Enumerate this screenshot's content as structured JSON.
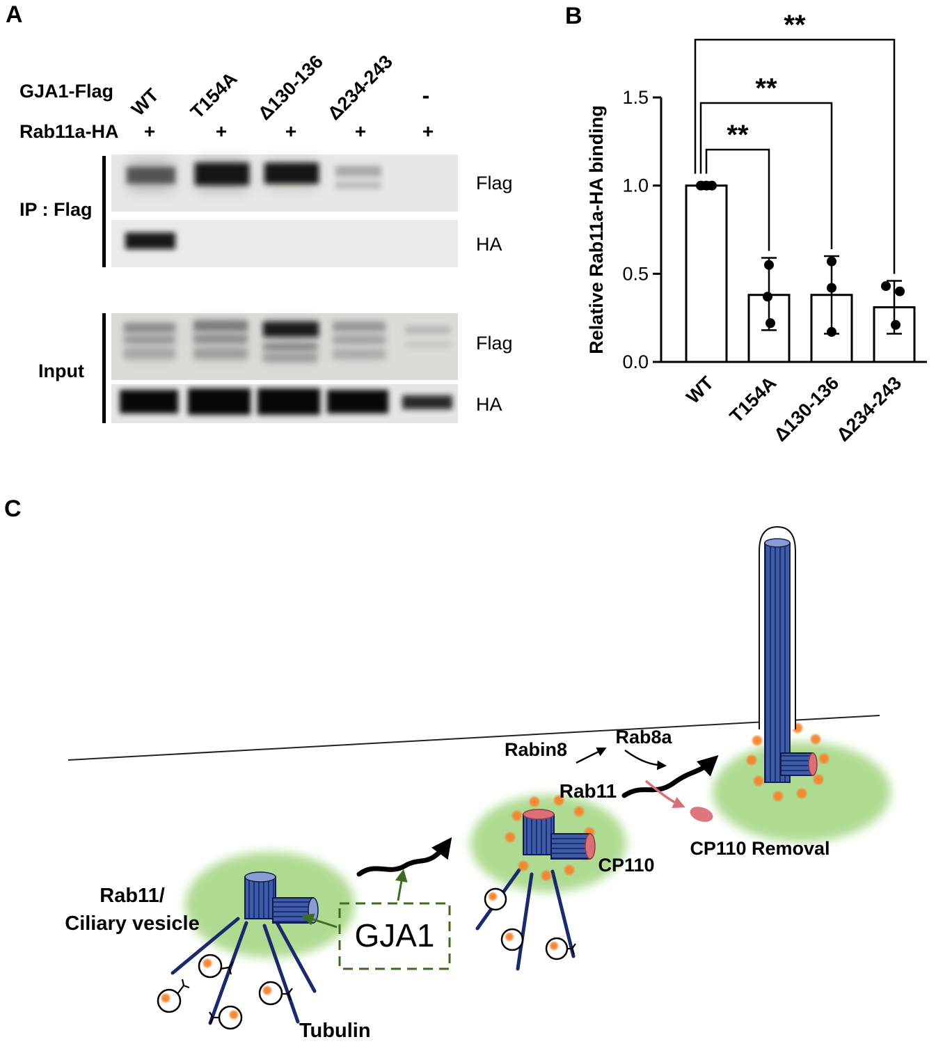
{
  "panelA": {
    "label": "A",
    "row1_label": "GJA1-Flag",
    "row2_label": "Rab11a-HA",
    "lanes": [
      "WT",
      "T154A",
      "Δ130-136",
      "Δ234-243"
    ],
    "minus_sign": "-",
    "plus_sign": "+",
    "ip_label": "IP : Flag",
    "input_label": "Input",
    "blot_labels": {
      "ip_flag": "Flag",
      "ip_ha": "HA",
      "input_flag": "Flag",
      "input_ha": "HA"
    }
  },
  "panelB": {
    "label": "B"
  },
  "chart_data": {
    "type": "bar",
    "title": "",
    "xlabel": "",
    "ylabel": "Relative Rab11a-HA binding",
    "categories": [
      "WT",
      "T154A",
      "Δ130-136",
      "Δ234-243"
    ],
    "values": [
      1.0,
      0.38,
      0.38,
      0.31
    ],
    "error_low": [
      0.02,
      0.2,
      0.22,
      0.15
    ],
    "error_high": [
      0.02,
      0.21,
      0.22,
      0.15
    ],
    "points": [
      [
        1.0,
        1.0,
        1.0
      ],
      [
        0.55,
        0.37,
        0.22
      ],
      [
        0.57,
        0.42,
        0.17
      ],
      [
        0.43,
        0.4,
        0.21
      ]
    ],
    "ylim": [
      0,
      1.5
    ],
    "yticks": [
      0.0,
      0.5,
      1.0,
      1.5
    ],
    "ytick_labels": [
      "0.0",
      "0.5",
      "1.0",
      "1.5"
    ],
    "grid": false,
    "bar_fill": "#ffffff",
    "bar_stroke": "#000000",
    "significance": [
      {
        "from": "WT",
        "to": "T154A",
        "label": "**"
      },
      {
        "from": "WT",
        "to": "Δ130-136",
        "label": "**"
      },
      {
        "from": "WT",
        "to": "Δ234-243",
        "label": "**"
      }
    ]
  },
  "panelC": {
    "label": "C",
    "rab11_vesicle_line1": "Rab11/",
    "rab11_vesicle_line2": "Ciliary vesicle",
    "tubulin": "Tubulin",
    "gja1": "GJA1",
    "rabin8": "Rabin8",
    "rab8a": "Rab8a",
    "rab11": "Rab11",
    "cp110": "CP110",
    "cp110_removal": "CP110 Removal",
    "colors": {
      "orange": "#f0802c",
      "navy": "#1b2a6b",
      "barrel_blue": "#3f5cab",
      "green_zone": "#abd98c",
      "dark_green": "#3d6b22",
      "pink": "#d97078"
    }
  }
}
